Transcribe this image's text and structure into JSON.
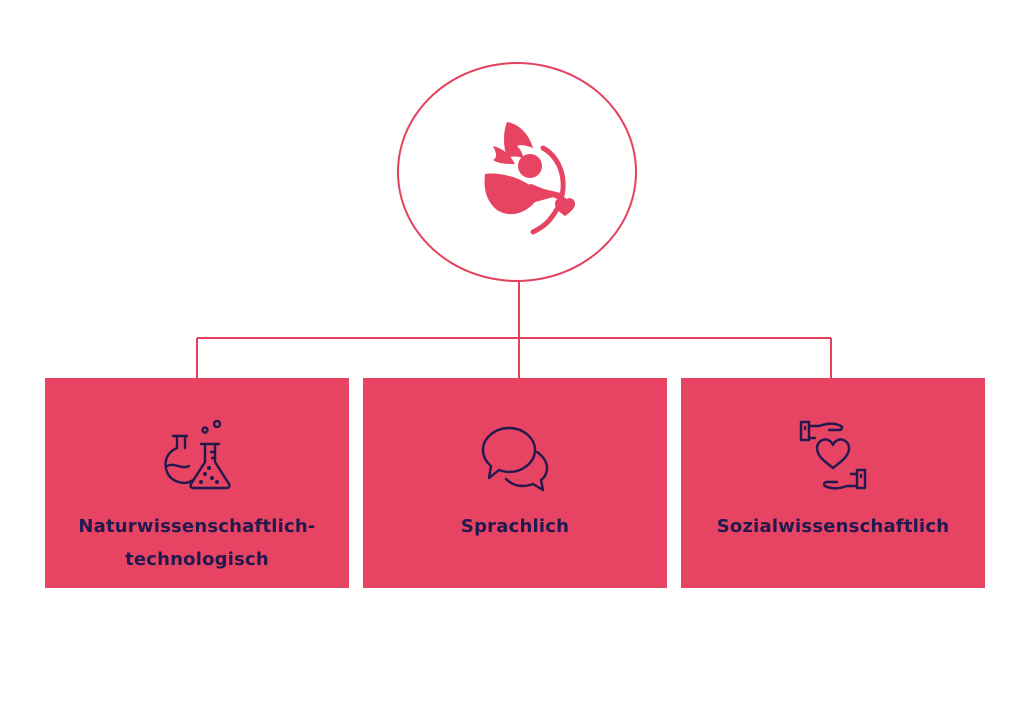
{
  "colors": {
    "accent": "#e64462",
    "line": "#e5415f",
    "text": "#22194f",
    "background": "#ffffff"
  },
  "logo": {
    "icon": "cupid-icon"
  },
  "categories": [
    {
      "label": "Naturwissenschaftlich-\ntechnologisch",
      "icon": "lab-flasks-icon"
    },
    {
      "label": "Sprachlich",
      "icon": "speech-bubbles-icon"
    },
    {
      "label": "Sozialwissenschaftlich",
      "icon": "hands-heart-icon"
    }
  ]
}
